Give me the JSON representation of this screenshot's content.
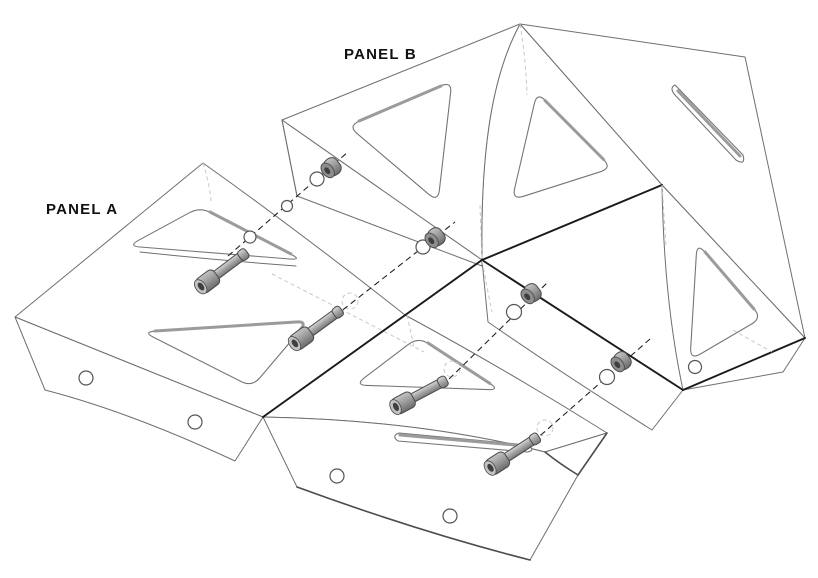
{
  "labels": {
    "panel_a": "PANEL A",
    "panel_b": "PANEL B"
  },
  "assembly": {
    "drawing_type": "exploded assembly line drawing",
    "panels": [
      {
        "name": "Panel A",
        "features": [
          "folded sheet strip",
          "triangular lightening cutouts with rounded corners",
          "narrow slot cutout",
          "base flanges with round mounting holes"
        ]
      },
      {
        "name": "Panel B",
        "features": [
          "folded sheet strip",
          "triangular lightening cutouts with rounded corners",
          "narrow sliver cutout",
          "fastener band carrying nuts",
          "corner mounting hole"
        ]
      }
    ],
    "fasteners": {
      "bolt_count": 4,
      "nut_count": 4,
      "bolt_type": "socket head cap screw",
      "nut_type": "round nut",
      "alignment": "dashed centerlines through clearance holes from each screw to its nut"
    },
    "hole_circle_count": 6,
    "flange_hole_count": 5,
    "ghost_circle_count": 3
  },
  "colors": {
    "background": "#ffffff",
    "line": "#6f6f6f",
    "heavy_line": "#1b1b1b",
    "cutout_rim": "#9b9b9b",
    "centerline": "#222222",
    "ghost_line": "#c9c9c9",
    "metal_light": "#d6d6d6",
    "metal_mid": "#9a9a9a",
    "metal_dark": "#4a4a4a",
    "label_text": "#111111"
  }
}
